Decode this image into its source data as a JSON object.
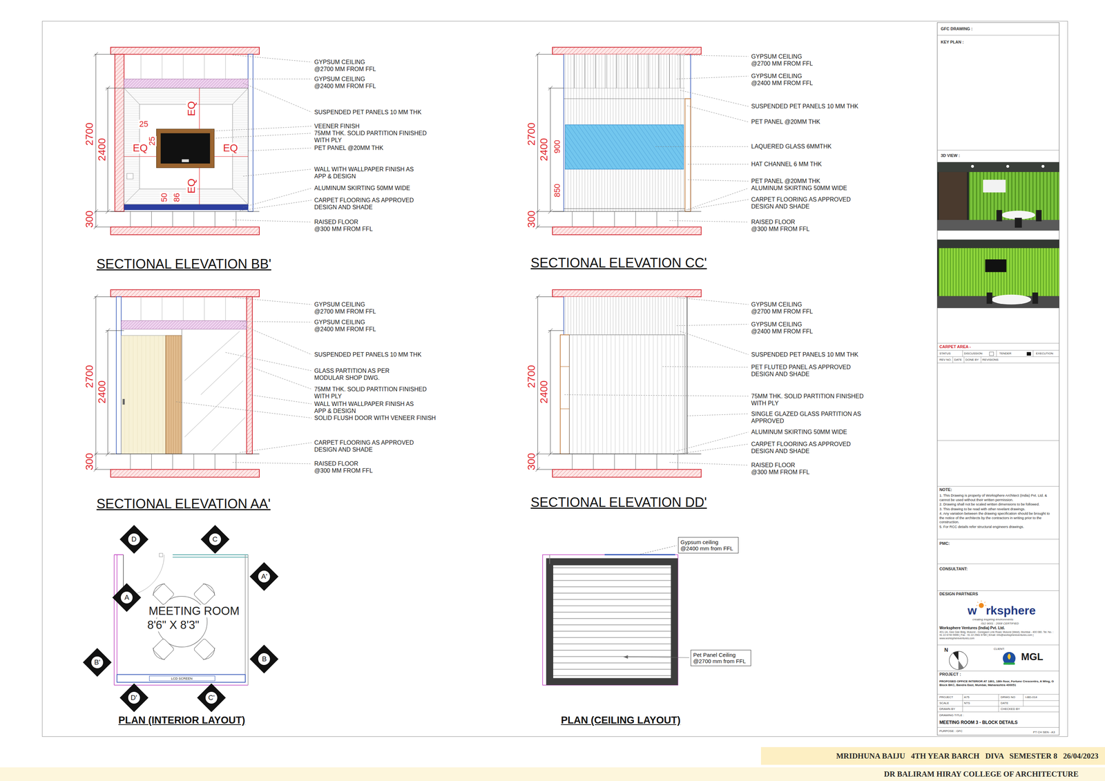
{
  "diagram": {
    "nodes": [
      {
        "text": [
          "D"
        ]
      },
      {
        "text": [
          "C"
        ]
      },
      {
        "text": [
          "A'"
        ]
      },
      {
        "text": [
          "A"
        ]
      },
      {
        "text": [
          "B'"
        ]
      },
      {
        "text": [
          "B"
        ]
      },
      {
        "text": [
          "D'"
        ]
      },
      {
        "text": [
          "C'"
        ]
      },
      {
        "text": [
          "Gypsum ceiling @2400 mm from FFL"
        ]
      },
      {
        "text": [
          "Pet Panel Ceiling @2700 mm from FFL"
        ]
      },
      {
        "text": [
          "MRIDHUNA BAIJU   4TH YEAR BARCH   DIVA   SEMESTER 8   26/04/2023"
        ]
      },
      {
        "text": [
          "DR BALIRAM HIRAY COLLEGE OF ARCHITECTURE"
        ]
      }
    ],
    "labels": [
      "SECTIONAL ELEVATION BB'",
      "GYPSUM CEILING @2700 MM FROM FFL",
      "GYPSUM CEILING @2400 MM FROM FFL",
      "SUSPENDED PET PANELS 10 MM THK",
      "VEENER FINISH",
      "75MM THK. SOLID PARTITION FINISHED WITH PLY",
      "PET PANEL @20MM THK",
      "WALL WITH WALLPAPER FINISH AS APP & DESIGN",
      "ALUMINUM SKIRTING 50MM WIDE",
      "CARPET FLOORING AS APPROVED DESIGN AND SHADE",
      "RAISED FLOOR @300 MM FROM FFL",
      "2700",
      "2400",
      "300",
      "EQ",
      "EQ",
      "EQ",
      "EQ",
      "25",
      "25",
      "50",
      "86",
      "SECTIONAL ELEVATION CC'",
      "GYPSUM CEILING @2700 MM FROM FFL",
      "GYPSUM CEILING @2400 MM FROM FFL",
      "SUSPENDED PET PANELS 10 MM THK",
      "PET PANEL @20MM THK",
      "LAQUERED GLASS 6MMTHK",
      "HAT CHANNEL 6 MM THK",
      "PET PANEL @20MM THK",
      "ALUMINUM SKIRTING 50MM WIDE",
      "CARPET FLOORING AS APPROVED DESIGN AND SHADE",
      "RAISED FLOOR @300 MM FROM FFL",
      "2700",
      "2400",
      "300",
      "900",
      "850",
      "SECTIONAL ELEVATION AA'",
      "GYPSUM CEILING @2700 MM FROM FFL",
      "GYPSUM CEILING @2400 MM FROM FFL",
      "SUSPENDED PET PANELS 10 MM THK",
      "GLASS PARTITION AS PER MODULAR SHOP DWG.",
      "75MM THK. SOLID PARTITION FINISHED WITH PLY",
      "WALL WITH WALLPAPER FINISH AS APP & DESIGN",
      "SOLID FLUSH DOOR WITH VENEER  FINISH",
      "CARPET FLOORING AS APPROVED DESIGN AND SHADE",
      "RAISED FLOOR @300 MM FROM FFL",
      "2700",
      "2400",
      "300",
      "SECTIONAL ELEVATION DD'",
      "GYPSUM CEILING @2700 MM FROM FFL",
      "GYPSUM CEILING @2400 MM FROM FFL",
      "SUSPENDED PET PANELS 10 MM THK",
      "PET FLUTED PANEL AS APPROVED DESIGN AND SHADE",
      "75MM THK. SOLID PARTITION FINISHED WITH PLY",
      "SINGLE GLAZED GLASS PARTITION AS APPROVED",
      "ALUMINUM SKIRTING 50MM WIDE",
      "CARPET FLOORING AS APPROVED DESIGN AND SHADE",
      "RAISED FLOOR @300 MM FROM FFL",
      "2700",
      "2400",
      "300",
      "MEETING ROOM",
      "8'6\" X 8'3\"",
      "LCD SCREEN",
      "PLAN (INTERIOR LAYOUT)",
      "PLAN (CEILING LAYOUT)",
      "GFC DRAWING :",
      "KEY PLAN :",
      "3D VIEW :",
      "CARPET AREA -",
      "STATUS",
      "DISCUSSION",
      "TENDER",
      "EXECUTION",
      "REV NO.",
      "DATE",
      "DONE BY",
      "REVISIONS",
      "NOTE:",
      "1. This Drawing is property of Worksphere Architect (India) Pvt. Ltd. & cannot be used without their written permission.",
      "2. Drawing shall not be scaled written dimensions to be followed.",
      "3. This drawing to be read with other revelant drawings.",
      "4. Any variation between the drawing specification should be brought to the notice of the architects by the contractors in writing prior to the construction.",
      "5. For RCC details refer structural engineers drawings.",
      "PMC:",
      "CONSULTANT:",
      "DESIGN PARTNERS",
      "w",
      "rksphere",
      "creating inspiring environments",
      "ISO 9001 : 2008 CERTIFIED",
      "Worksphere Ventures (India) Pvt. Ltd.",
      "401-1A, Gee Gee Bldg, Mulund - Goregaon Link Road, Mulund (West), Mumbai - 400 080. Tel. No. : 91 22 6740 5555 | Fax : 91 22 2561 6789 | Email: info@worksphereventures.com | www.worksphereventures.com",
      "N",
      "CLIENT:",
      "MGL",
      "PROJECT :",
      "PROPOSED OFFICE INTERIOR AT 1801, 18th floor, Fortune Crescentro, A Wing, G Block BKC, Bandra East, Mumbai, Maharashtra 400051",
      "PROJECT",
      "A75",
      "DRWG NO",
      "I-BD-014",
      "SCALE",
      "NTS",
      "DATE",
      "DRAWN BY",
      "CHECKED BY",
      "DRAWING TITLE :",
      "MEETING ROOM 3 - BLOCK DETAILS",
      "PURPOSE : GFC",
      "PT CH SEN - A3"
    ]
  }
}
